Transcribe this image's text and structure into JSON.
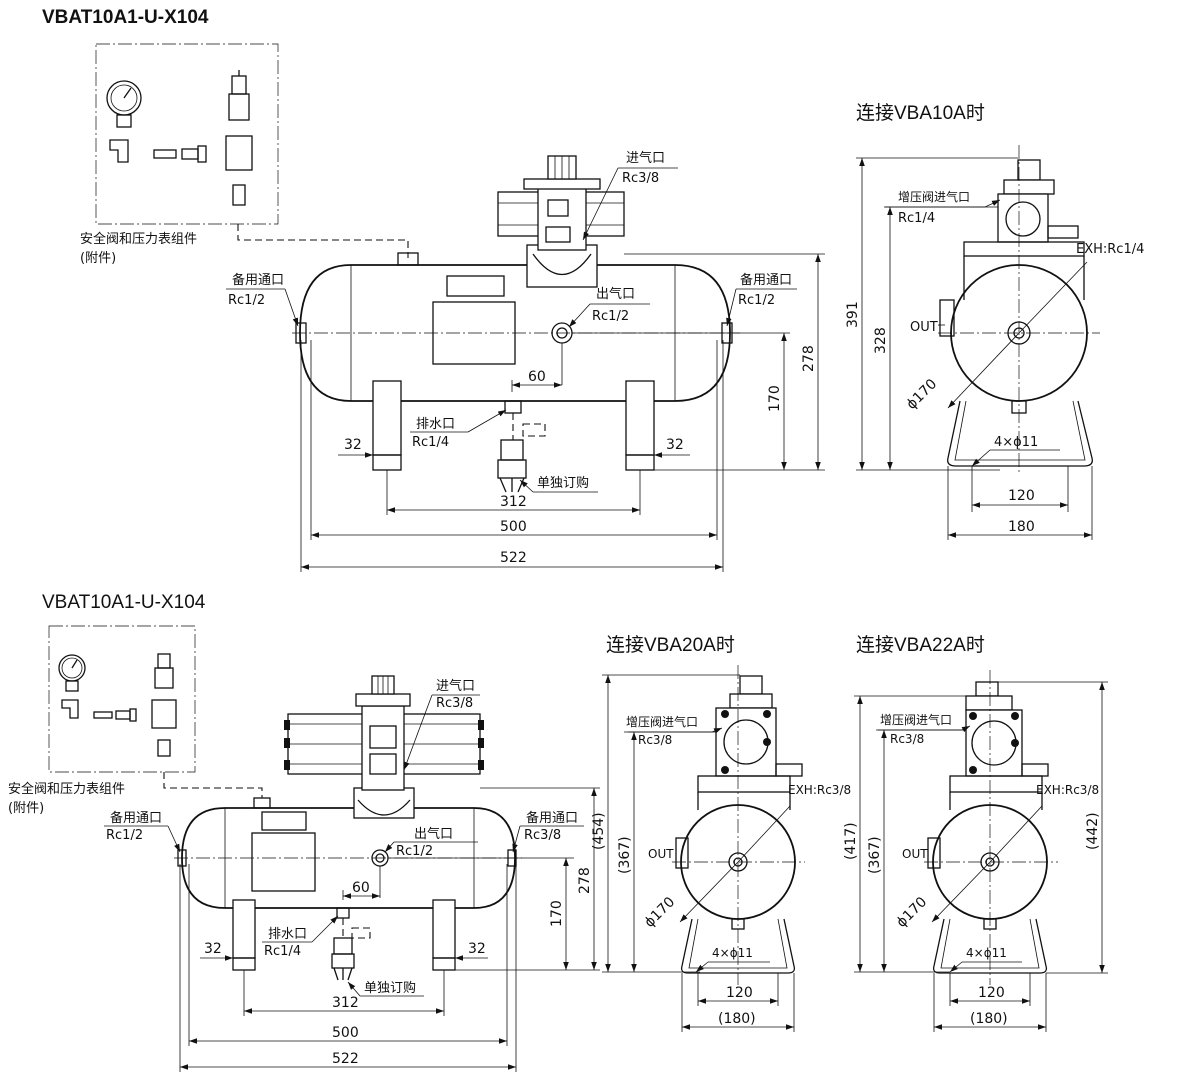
{
  "top_view": {
    "title": "VBAT10A1-U-X104",
    "accessory_label": "安全阀和压力表组件",
    "accessory_note": "(附件)",
    "spare_port_left": {
      "name": "备用通口",
      "size": "Rc1/2"
    },
    "spare_port_right": {
      "name": "备用通口",
      "size": "Rc1/2"
    },
    "inlet": {
      "name": "进气口",
      "size": "Rc3/8"
    },
    "outlet": {
      "name": "出气口",
      "size": "Rc1/2"
    },
    "drain": {
      "name": "排水口",
      "size": "Rc1/4"
    },
    "separate_order": "单独订购",
    "dims": {
      "d60": "60",
      "d32_left": "32",
      "d32_right": "32",
      "d312": "312",
      "d500": "500",
      "d522": "522",
      "d170": "170",
      "d278": "278"
    }
  },
  "side_vba10a": {
    "title": "连接VBA10A时",
    "booster_inlet": {
      "name": "增压阀进气口",
      "size": "Rc1/4"
    },
    "exh": "EXH:Rc1/4",
    "out": "OUT",
    "phi": "ϕ170",
    "holes": "4×ϕ11",
    "dims": {
      "d391": "391",
      "d328": "328",
      "d120": "120",
      "d180": "180"
    }
  },
  "bottom_view": {
    "title": "VBAT10A1-U-X104",
    "accessory_label": "安全阀和压力表组件",
    "accessory_note": "(附件)",
    "spare_port_left": {
      "name": "备用通口",
      "size": "Rc1/2"
    },
    "spare_port_right": {
      "name": "备用通口",
      "size": "Rc3/8"
    },
    "inlet": {
      "name": "进气口",
      "size": "Rc3/8"
    },
    "outlet": {
      "name": "出气口",
      "size": "Rc1/2"
    },
    "drain": {
      "name": "排水口",
      "size": "Rc1/4"
    },
    "separate_order": "单独订购",
    "dims": {
      "d60": "60",
      "d32_left": "32",
      "d32_right": "32",
      "d312": "312",
      "d500": "500",
      "d522": "522",
      "d170": "170",
      "d278": "278"
    }
  },
  "side_vba20a": {
    "title": "连接VBA20A时",
    "booster_inlet": {
      "name": "增压阀进气口",
      "size": "Rc3/8"
    },
    "exh": "EXH:Rc3/8",
    "out": "OUT",
    "phi": "ϕ170",
    "holes": "4×ϕ11",
    "dims": {
      "d454": "(454)",
      "d367": "(367)",
      "d120": "120",
      "d180": "(180)"
    }
  },
  "side_vba22a": {
    "title": "连接VBA22A时",
    "booster_inlet": {
      "name": "增压阀进气口",
      "size": "Rc3/8"
    },
    "exh": "EXH:Rc3/8",
    "out": "OUT",
    "phi": "ϕ170",
    "holes": "4×ϕ11",
    "dims": {
      "d417": "(417)",
      "d367": "(367)",
      "d442": "(442)",
      "d120": "120",
      "d180": "(180)"
    }
  }
}
